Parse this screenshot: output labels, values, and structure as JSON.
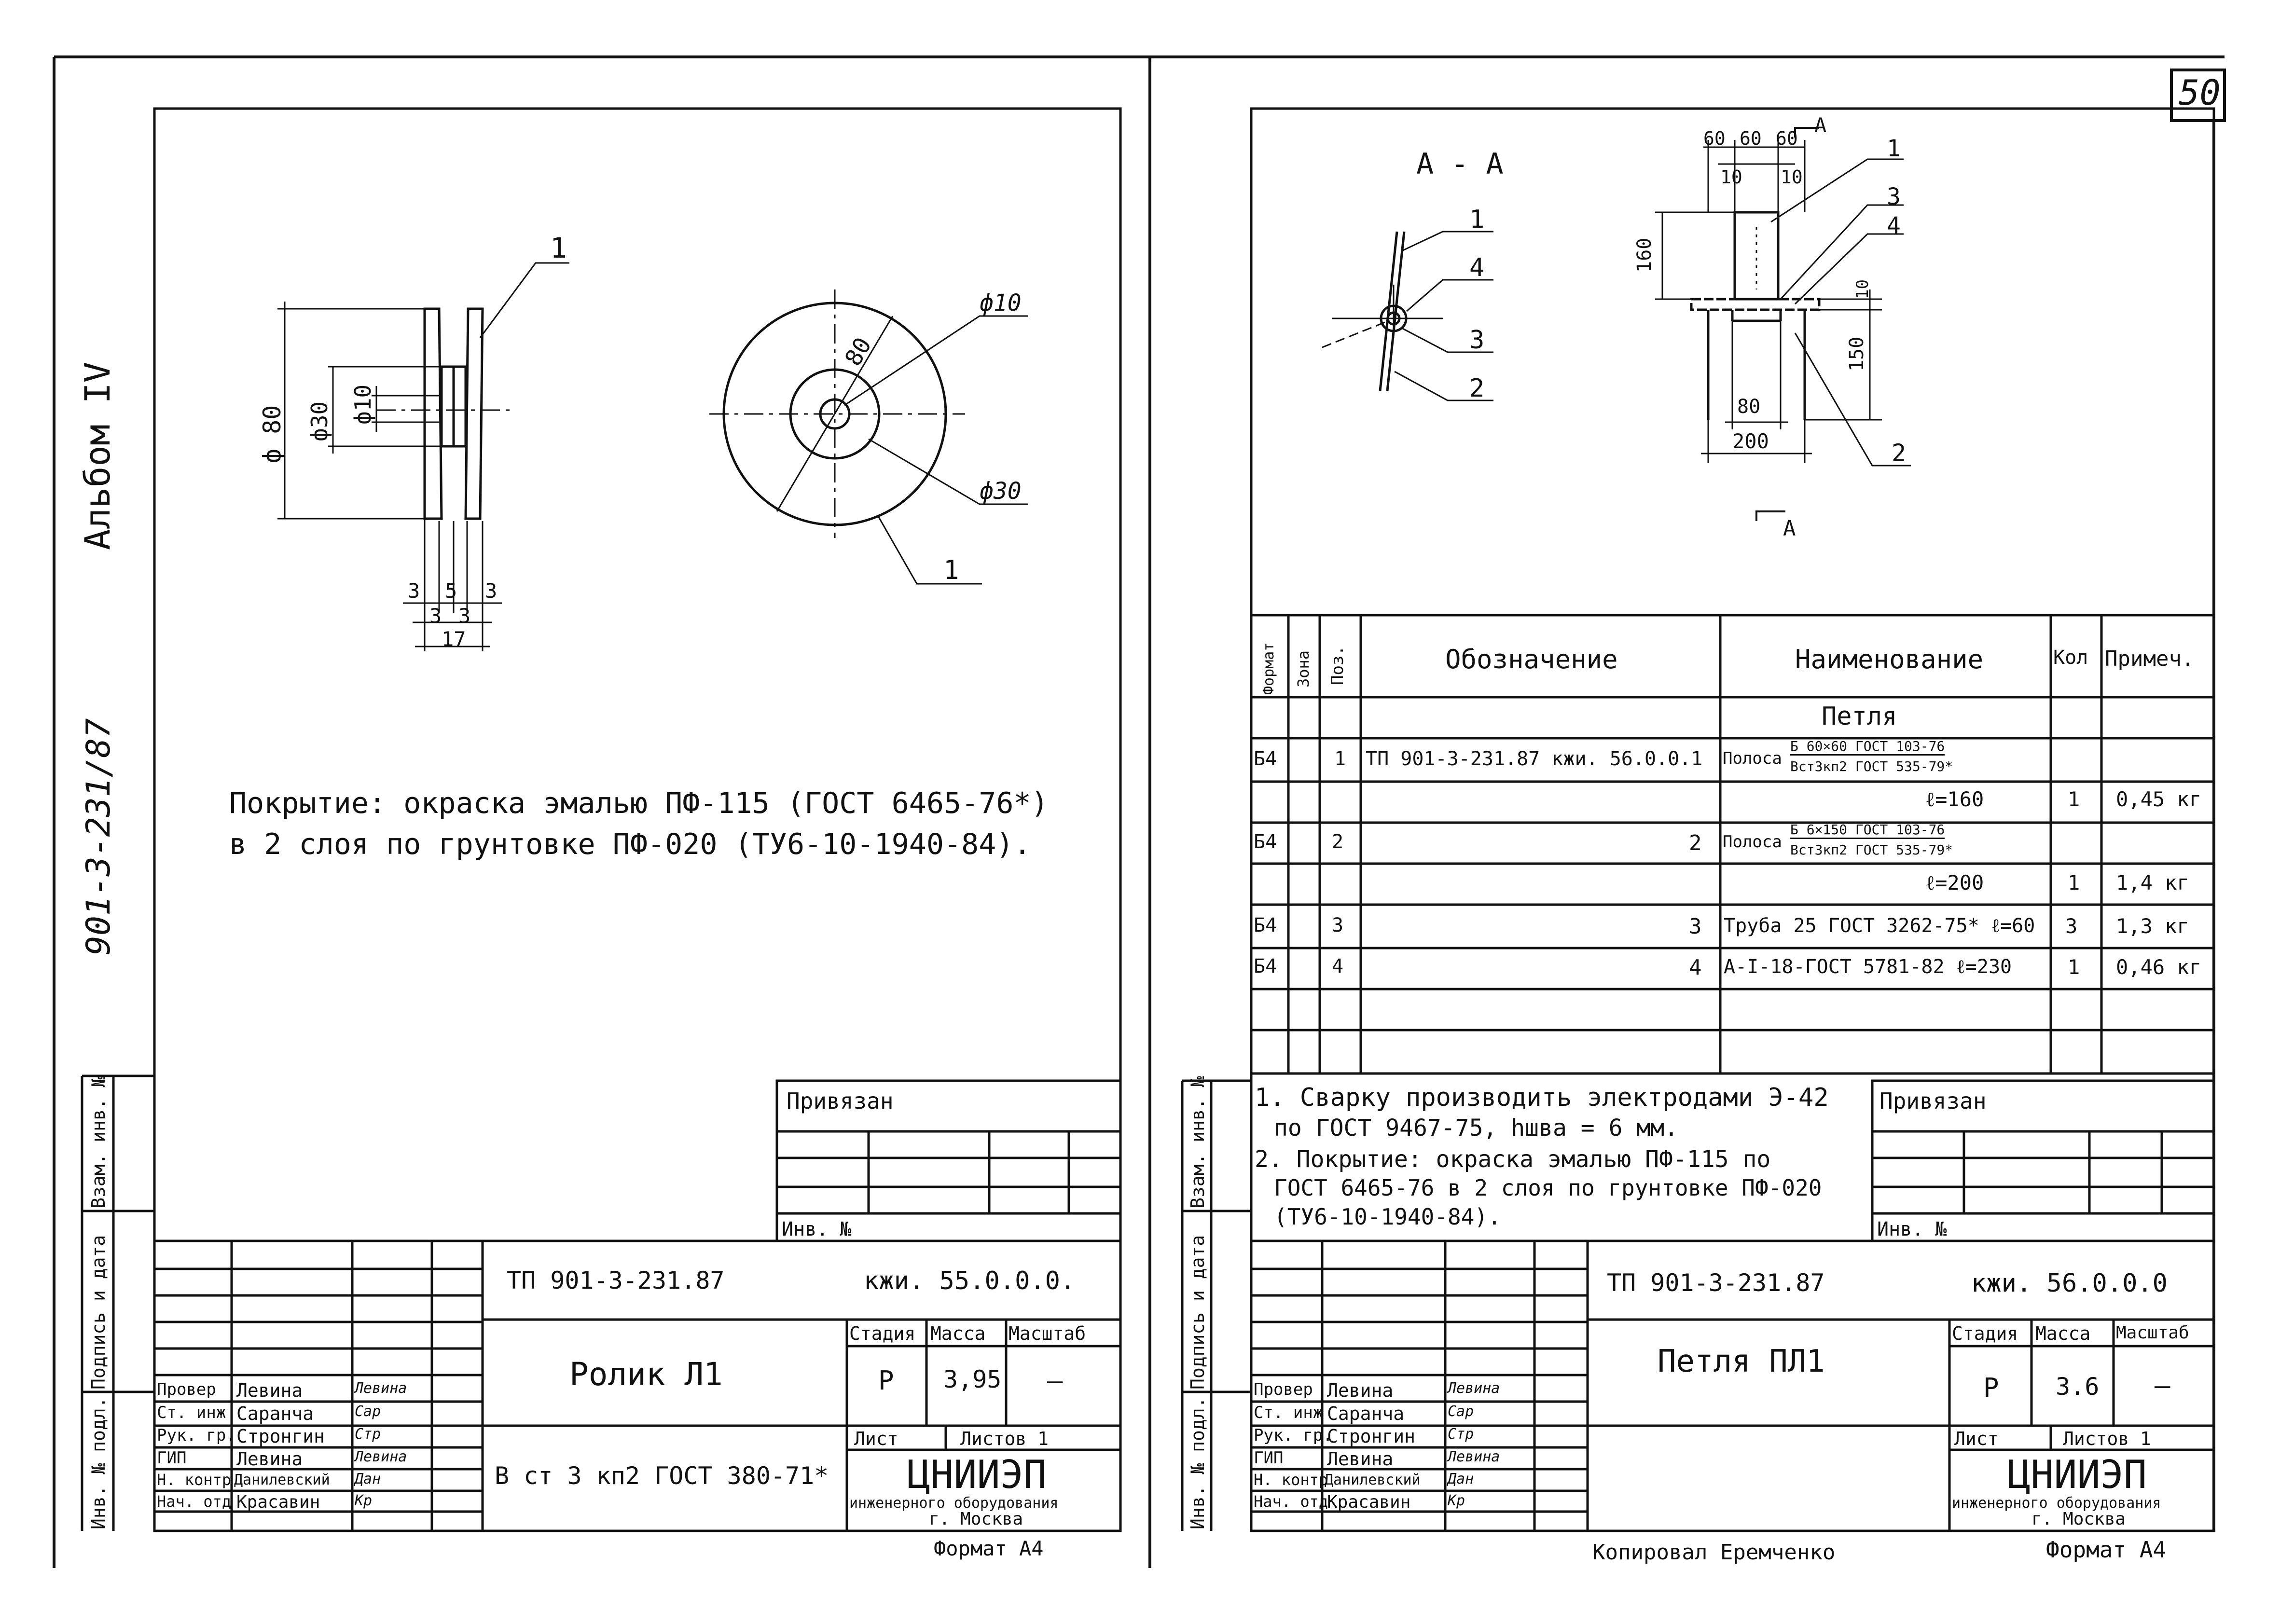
{
  "page_number": "50",
  "album": "Альбом IV",
  "project_code": "901-3-231/87",
  "side_labels": {
    "inv_orig": "Инв. № подл.",
    "sign_date": "Подпись и дата",
    "inv_swap": "Взам. инв. №"
  },
  "sheet1": {
    "drawing": {
      "pos": "1",
      "d80": "ф 80",
      "d30": "ф30",
      "d10": "ф10",
      "d3a": "3",
      "d5": "5",
      "d3b": "3",
      "d3c": "3",
      "d3d": "3",
      "d17": "17",
      "c_d10": "ф10",
      "c_80": "80",
      "c_d30": "ф30",
      "c_pos": "1"
    },
    "note_line1": "Покрытие: окраска эмалью ПФ-115 (ГОСТ 6465-76*)",
    "note_line2": "в 2 слоя по грунтовке ПФ-020 (ТУ6-10-1940-84).",
    "privyazan": "Привязан",
    "inv_no": "Инв. №",
    "doc_code": "ТП 901-3-231.87",
    "doc_num": "кжи. 55.0.0.0.",
    "title": "Ролик Л1",
    "material": "В ст 3 кп2 ГОСТ 380-71*",
    "h_stage": "Стадия",
    "h_mass": "Масса",
    "h_scale": "Масштаб",
    "stage": "Р",
    "mass": "3,95",
    "scale": "—",
    "list": "Лист",
    "lists": "Листов 1",
    "org_name": "ЦНИИЭП",
    "org_sub1": "инженерного оборудования",
    "org_sub2": "г. Москва",
    "format": "Формат А4",
    "people": [
      {
        "role": "Провер",
        "name": "Левина",
        "sign": "Левина"
      },
      {
        "role": "Ст. инж",
        "name": "Саранча",
        "sign": "Сар"
      },
      {
        "role": "Рук. гр.",
        "name": "Стронгин",
        "sign": "Стр"
      },
      {
        "role": "ГИП",
        "name": "Левина",
        "sign": "Левина"
      },
      {
        "role": "Н. контр",
        "name": "Данилевский",
        "sign": "Дан"
      },
      {
        "role": "Нач. отд",
        "name": "Красавин",
        "sign": "Кр"
      }
    ]
  },
  "sheet2": {
    "section_title": "А - А",
    "section_mark_top": "А",
    "section_mark_bottom": "А",
    "section_labels": [
      "1",
      "4",
      "3",
      "2"
    ],
    "dims": {
      "d60a": "60",
      "d60b": "60",
      "d60c": "60",
      "d10a": "10",
      "d10b": "10",
      "d160": "160",
      "d10c": "10",
      "d150": "150",
      "d80": "80",
      "d200": "200",
      "p1": "1",
      "p3": "3",
      "p4": "4",
      "p2": "2"
    },
    "spec_headers": {
      "format": "Формат",
      "zone": "Зона",
      "pos": "Поз.",
      "designation": "Обозначение",
      "name": "Наименование",
      "qty": "Кол",
      "note": "Примеч."
    },
    "spec_group": "Петля",
    "spec_rows": [
      {
        "format": "Б4",
        "pos": "1",
        "designation": "ТП 901-3-231.87 кжи. 56.0.0.1",
        "name_prefix": "Полоса",
        "frac_top": "Б 60×60 ГОСТ 103-76",
        "frac_bot": "Вст3кп2 ГОСТ 535-79*",
        "len": "ℓ=160",
        "qty": "1",
        "note": "0,45 кг"
      },
      {
        "format": "Б4",
        "pos": "2",
        "designation": "2",
        "name_prefix": "Полоса",
        "frac_top": "Б 6×150 ГОСТ 103-76",
        "frac_bot": "Вст3кп2 ГОСТ 535-79*",
        "len": "ℓ=200",
        "qty": "1",
        "note": "1,4 кг"
      },
      {
        "format": "Б4",
        "pos": "3",
        "designation": "3",
        "name": "Труба 25 ГОСТ 3262-75* ℓ=60",
        "qty": "3",
        "note": "1,3 кг"
      },
      {
        "format": "Б4",
        "pos": "4",
        "designation": "4",
        "name": "А-I-18-ГОСТ 5781-82 ℓ=230",
        "qty": "1",
        "note": "0,46 кг"
      }
    ],
    "notes": [
      "1. Сварку производить электродами Э-42",
      "по ГОСТ 9467-75, hшва = 6 мм.",
      "2. Покрытие: окраска эмалью ПФ-115 по",
      "ГОСТ 6465-76 в 2 слоя по грунтовке ПФ-020",
      "(ТУ6-10-1940-84)."
    ],
    "privyazan": "Привязан",
    "inv_no": "Инв. №",
    "doc_code": "ТП 901-3-231.87",
    "doc_num": "кжи. 56.0.0.0",
    "title": "Петля ПЛ1",
    "h_stage": "Стадия",
    "h_mass": "Масса",
    "h_scale": "Масштаб",
    "stage": "Р",
    "mass": "3.6",
    "scale": "—",
    "list": "Лист",
    "lists": "Листов 1",
    "org_name": "ЦНИИЭП",
    "org_sub1": "инженерного оборудования",
    "org_sub2": "г. Москва",
    "copied": "Копировал Еремченко",
    "format": "Формат А4",
    "people": [
      {
        "role": "Провер",
        "name": "Левина",
        "sign": "Левина"
      },
      {
        "role": "Ст. инж",
        "name": "Саранча",
        "sign": "Сар"
      },
      {
        "role": "Рук. гр.",
        "name": "Стронгин",
        "sign": "Стр"
      },
      {
        "role": "ГИП",
        "name": "Левина",
        "sign": "Левина"
      },
      {
        "role": "Н. контр",
        "name": "Данилевский",
        "sign": "Дан"
      },
      {
        "role": "Нач. отд",
        "name": "Красавин",
        "sign": "Кр"
      }
    ]
  }
}
